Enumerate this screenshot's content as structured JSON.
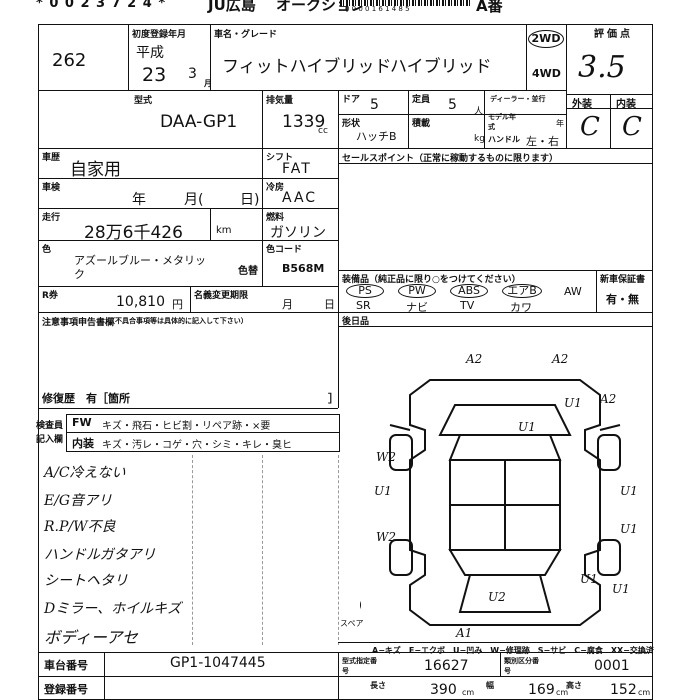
{
  "header": {
    "serial": "* 0 0 2 3 7 2 4 *",
    "venue": "JU広島",
    "auction": "オークション",
    "barcode_num": "0 0 0 0 1 6 1 4 8 5",
    "sheet_type": "A番"
  },
  "lot": {
    "number": "262"
  },
  "registration": {
    "label": "初度登録年月",
    "era": "平成",
    "year": "23",
    "month": "3",
    "month_unit": "月"
  },
  "vehicle": {
    "name_label": "車名・グレード",
    "name": "フィットハイブリッド",
    "grade": "ハイブリッド"
  },
  "drive": {
    "two_wd": "2WD",
    "four_wd": "4WD"
  },
  "score": {
    "label": "評価点",
    "value": "3.5",
    "exterior_label": "外装",
    "interior_label": "内装",
    "exterior": "C",
    "interior": "C"
  },
  "spec": {
    "model_label": "型式",
    "model": "DAA-GP1",
    "displacement_label": "排気量",
    "displacement": "1339",
    "displacement_unit": "cc",
    "doors_label": "ドア",
    "doors": "5",
    "seats_label": "定員",
    "seats": "5",
    "seats_unit": "人",
    "shape_label": "形状",
    "shape": "ハッチB",
    "load_label": "積載",
    "load_unit": "kg",
    "dealer_label": "ディーラー・並行",
    "model_year_label": "モデル年式",
    "model_year_unit": "年",
    "handle_label": "ハンドル",
    "handle": "左・右"
  },
  "usage": {
    "label": "車歴",
    "value": "自家用"
  },
  "inspection": {
    "label": "車検",
    "year_unit": "年",
    "month_unit": "月(",
    "day_unit": "日)"
  },
  "mileage": {
    "label": "走行",
    "value": "28万6千426",
    "unit": "km"
  },
  "shift": {
    "label": "シフト",
    "value": "FAT"
  },
  "ac": {
    "label": "冷房",
    "value": "AAC"
  },
  "fuel": {
    "label": "燃料",
    "value": "ガソリン"
  },
  "color": {
    "label": "色",
    "value_line1": "アズールブルー・メタリッ",
    "value_line2": "ク",
    "change_label": "色替",
    "code_label": "色コード",
    "code": "B568M"
  },
  "recycle": {
    "label": "R券",
    "value": "10,810",
    "unit": "円"
  },
  "name_change": {
    "label": "名義変更期限",
    "month_unit": "月",
    "day_unit": "日"
  },
  "sales_point": {
    "label": "セールスポイント（正常に稼動するものに限ります）"
  },
  "equipment": {
    "label": "装備品（純正品に限り○をつけてください）",
    "items_top": [
      "PS",
      "PW",
      "ABS",
      "エアB",
      "AW"
    ],
    "items_bottom": [
      "SR",
      "ナビ",
      "TV",
      "カワ"
    ],
    "new_car_warranty_label": "新車保証書",
    "new_car_warranty_value": "有・無"
  },
  "notes": {
    "label": "注意事項申告書欄",
    "sublabel": "（不具合事項等は具体的に記入して下さい）",
    "repair": "修復歴　有［箇所",
    "repair_close": "］"
  },
  "rear_seat": {
    "label": "後日品"
  },
  "inspector": {
    "label1": "検査員",
    "label2": "記入欄",
    "row1_head": "FW",
    "row1_items": "キズ・飛石・ヒビ割・リペア跡・×要",
    "row2_head": "内装",
    "row2_items": "キズ・汚レ・コゲ・穴・シミ・キレ・臭ヒ"
  },
  "handwritten_notes": [
    "A/C冷えない",
    "E/G音アリ",
    "R.P/W不良",
    "ハンドルガタアリ",
    "シートヘタリ",
    "Dミラー、ホイルキズ",
    "ボディーアセ"
  ],
  "damage_marks": [
    "A2",
    "A2",
    "A2",
    "U1",
    "U1",
    "W2",
    "U1",
    "U1",
    "U1",
    "W2",
    "U2",
    "U1",
    "U1",
    "A1"
  ],
  "legend": {
    "spare_label": "スペア",
    "codes": "A−キズ　E−エクボ　U−凹み　W−修理跡　S−サビ　C−腐食　XX−交換済"
  },
  "chassis": {
    "label": "車台番号",
    "value": "GP1-1047445"
  },
  "registration_no": {
    "label": "登録番号"
  },
  "model_cert": {
    "label": "型式指定番号",
    "value": "16627",
    "class_label": "類別区分番号",
    "class_value": "0001"
  },
  "dimensions": {
    "length_label": "長さ",
    "length": "390",
    "width_label": "幅",
    "width": "169",
    "height_label": "高さ",
    "height": "152",
    "unit": "cm"
  }
}
